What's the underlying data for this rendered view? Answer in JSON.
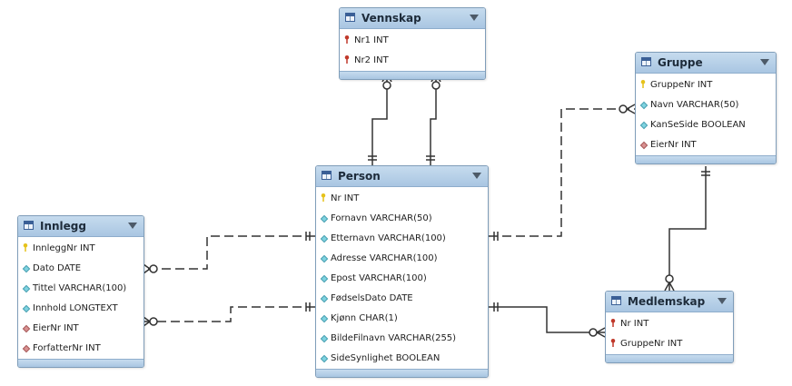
{
  "entities": {
    "vennskap": {
      "title": "Vennskap",
      "columns": [
        {
          "name": "Nr1 INT",
          "icon": "red-key-icon"
        },
        {
          "name": "Nr2 INT",
          "icon": "red-key-icon"
        }
      ]
    },
    "gruppe": {
      "title": "Gruppe",
      "columns": [
        {
          "name": "GruppeNr INT",
          "icon": "gold-key-icon"
        },
        {
          "name": "Navn VARCHAR(50)",
          "icon": "blue-diamond-icon"
        },
        {
          "name": "KanSeSide BOOLEAN",
          "icon": "blue-diamond-icon"
        },
        {
          "name": "EierNr INT",
          "icon": "red-diamond-icon"
        }
      ]
    },
    "person": {
      "title": "Person",
      "columns": [
        {
          "name": "Nr INT",
          "icon": "gold-key-icon"
        },
        {
          "name": "Fornavn VARCHAR(50)",
          "icon": "blue-diamond-icon"
        },
        {
          "name": "Etternavn VARCHAR(100)",
          "icon": "blue-diamond-icon"
        },
        {
          "name": "Adresse VARCHAR(100)",
          "icon": "blue-diamond-icon"
        },
        {
          "name": "Epost VARCHAR(100)",
          "icon": "blue-diamond-icon"
        },
        {
          "name": "FødselsDato DATE",
          "icon": "blue-diamond-icon"
        },
        {
          "name": "Kjønn CHAR(1)",
          "icon": "blue-diamond-icon"
        },
        {
          "name": "BildeFilnavn VARCHAR(255)",
          "icon": "blue-diamond-icon"
        },
        {
          "name": "SideSynlighet BOOLEAN",
          "icon": "blue-diamond-icon"
        }
      ]
    },
    "innlegg": {
      "title": "Innlegg",
      "columns": [
        {
          "name": "InnleggNr INT",
          "icon": "gold-key-icon"
        },
        {
          "name": "Dato DATE",
          "icon": "blue-diamond-icon"
        },
        {
          "name": "Tittel VARCHAR(100)",
          "icon": "blue-diamond-icon"
        },
        {
          "name": "Innhold LONGTEXT",
          "icon": "blue-diamond-icon"
        },
        {
          "name": "EierNr INT",
          "icon": "red-diamond-icon"
        },
        {
          "name": "ForfatterNr INT",
          "icon": "red-diamond-icon"
        }
      ]
    },
    "medlemskap": {
      "title": "Medlemskap",
      "columns": [
        {
          "name": "Nr INT",
          "icon": "red-key-icon"
        },
        {
          "name": "GruppeNr INT",
          "icon": "red-key-icon"
        }
      ]
    }
  },
  "colors": {
    "header_top": "#c6dbee",
    "header_bottom": "#a9c6e2",
    "border": "#7f9db9",
    "line": "#333333",
    "gold_key": "#e6c21a",
    "red_key": "#c0392b",
    "blue_diamond": "#7fd3e0",
    "red_diamond": "#d89090"
  }
}
